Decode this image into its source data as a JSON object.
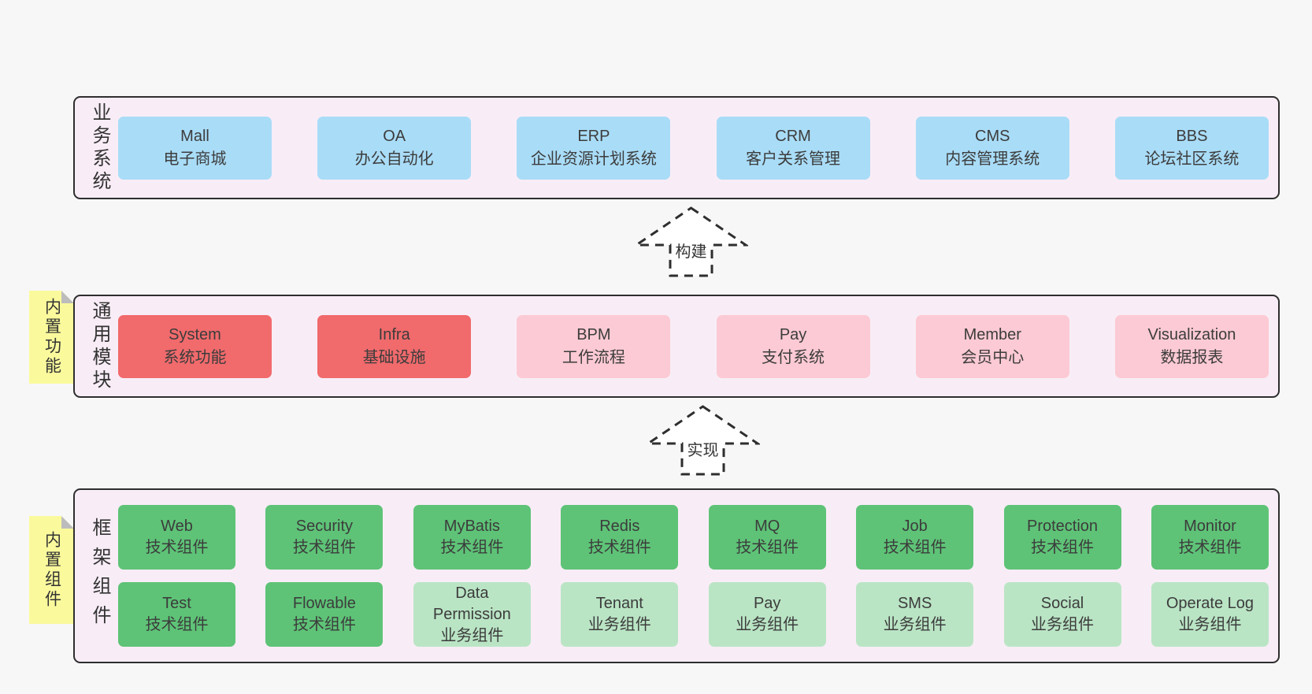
{
  "colors": {
    "page_bg": "#f7f7f7",
    "panel_bg": "#f8edf6",
    "panel_border": "#2e2e2e",
    "blue": "#a9dcf7",
    "red": "#f16a6c",
    "pink": "#fccad4",
    "green": "#5ec377",
    "lightgreen": "#bae5c5",
    "sticky": "#fafa9d",
    "sticky_fold": "#bcbcbc",
    "text": "#3c3c3c"
  },
  "arrows": {
    "build": "构建",
    "implement": "实现"
  },
  "sections": {
    "business": {
      "label": "业务系统",
      "boxes": [
        {
          "en": "Mall",
          "zh": "电子商城"
        },
        {
          "en": "OA",
          "zh": "办公自动化"
        },
        {
          "en": "ERP",
          "zh": "企业资源计划系统"
        },
        {
          "en": "CRM",
          "zh": "客户关系管理"
        },
        {
          "en": "CMS",
          "zh": "内容管理系统"
        },
        {
          "en": "BBS",
          "zh": "论坛社区系统"
        }
      ]
    },
    "modules": {
      "label": "通用模块",
      "sticky": "内置功能",
      "boxes": [
        {
          "en": "System",
          "zh": "系统功能"
        },
        {
          "en": "Infra",
          "zh": "基础设施"
        },
        {
          "en": "BPM",
          "zh": "工作流程"
        },
        {
          "en": "Pay",
          "zh": "支付系统"
        },
        {
          "en": "Member",
          "zh": "会员中心"
        },
        {
          "en": "Visualization",
          "zh": "数据报表"
        }
      ]
    },
    "components": {
      "label": "框架组件",
      "sticky": "内置组件",
      "row1": [
        {
          "en": "Web",
          "zh": "技术组件"
        },
        {
          "en": "Security",
          "zh": "技术组件"
        },
        {
          "en": "MyBatis",
          "zh": "技术组件"
        },
        {
          "en": "Redis",
          "zh": "技术组件"
        },
        {
          "en": "MQ",
          "zh": "技术组件"
        },
        {
          "en": "Job",
          "zh": "技术组件"
        },
        {
          "en": "Protection",
          "zh": "技术组件"
        },
        {
          "en": "Monitor",
          "zh": "技术组件"
        }
      ],
      "row2": [
        {
          "en": "Test",
          "zh": "技术组件"
        },
        {
          "en": "Flowable",
          "zh": "技术组件"
        },
        {
          "en": "Data Permission",
          "zh": "业务组件"
        },
        {
          "en": "Tenant",
          "zh": "业务组件"
        },
        {
          "en": "Pay",
          "zh": "业务组件"
        },
        {
          "en": "SMS",
          "zh": "业务组件"
        },
        {
          "en": "Social",
          "zh": "业务组件"
        },
        {
          "en": "Operate Log",
          "zh": "业务组件"
        }
      ]
    }
  }
}
